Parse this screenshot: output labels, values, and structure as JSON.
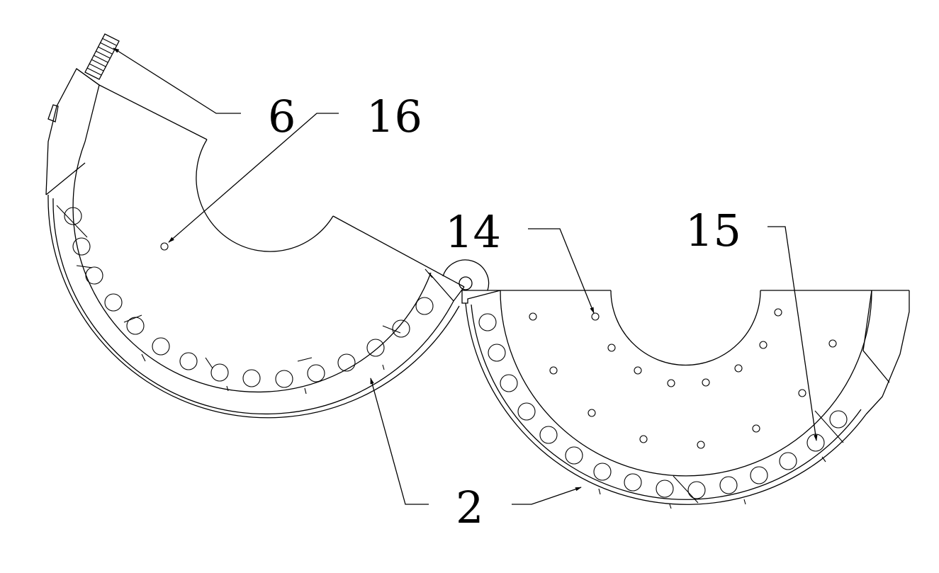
{
  "labels": {
    "l6": "6",
    "l16": "16",
    "l14": "14",
    "l15": "15",
    "l2": "2"
  }
}
